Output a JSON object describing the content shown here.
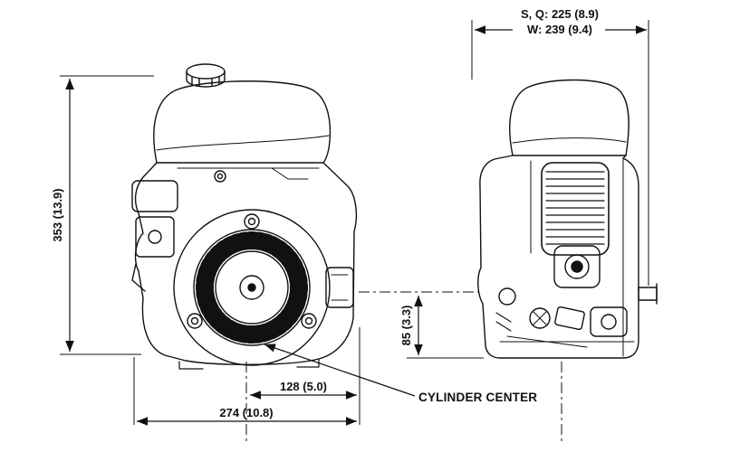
{
  "colors": {
    "ink": "#111111",
    "paper": "#ffffff"
  },
  "dimensions": {
    "overall_height": {
      "label": "353 (13.9)"
    },
    "top_width": {
      "label_sq": "S, Q: 225 (8.9)",
      "label_w": "W: 239 (9.4)"
    },
    "pto_center_height": {
      "label": "85 (3.3)"
    },
    "cylinder_center_offset": {
      "label": "128 (5.0)"
    },
    "overall_width": {
      "label": "274 (10.8)"
    }
  },
  "annotations": {
    "cylinder_center": {
      "label": "CYLINDER CENTER"
    }
  }
}
